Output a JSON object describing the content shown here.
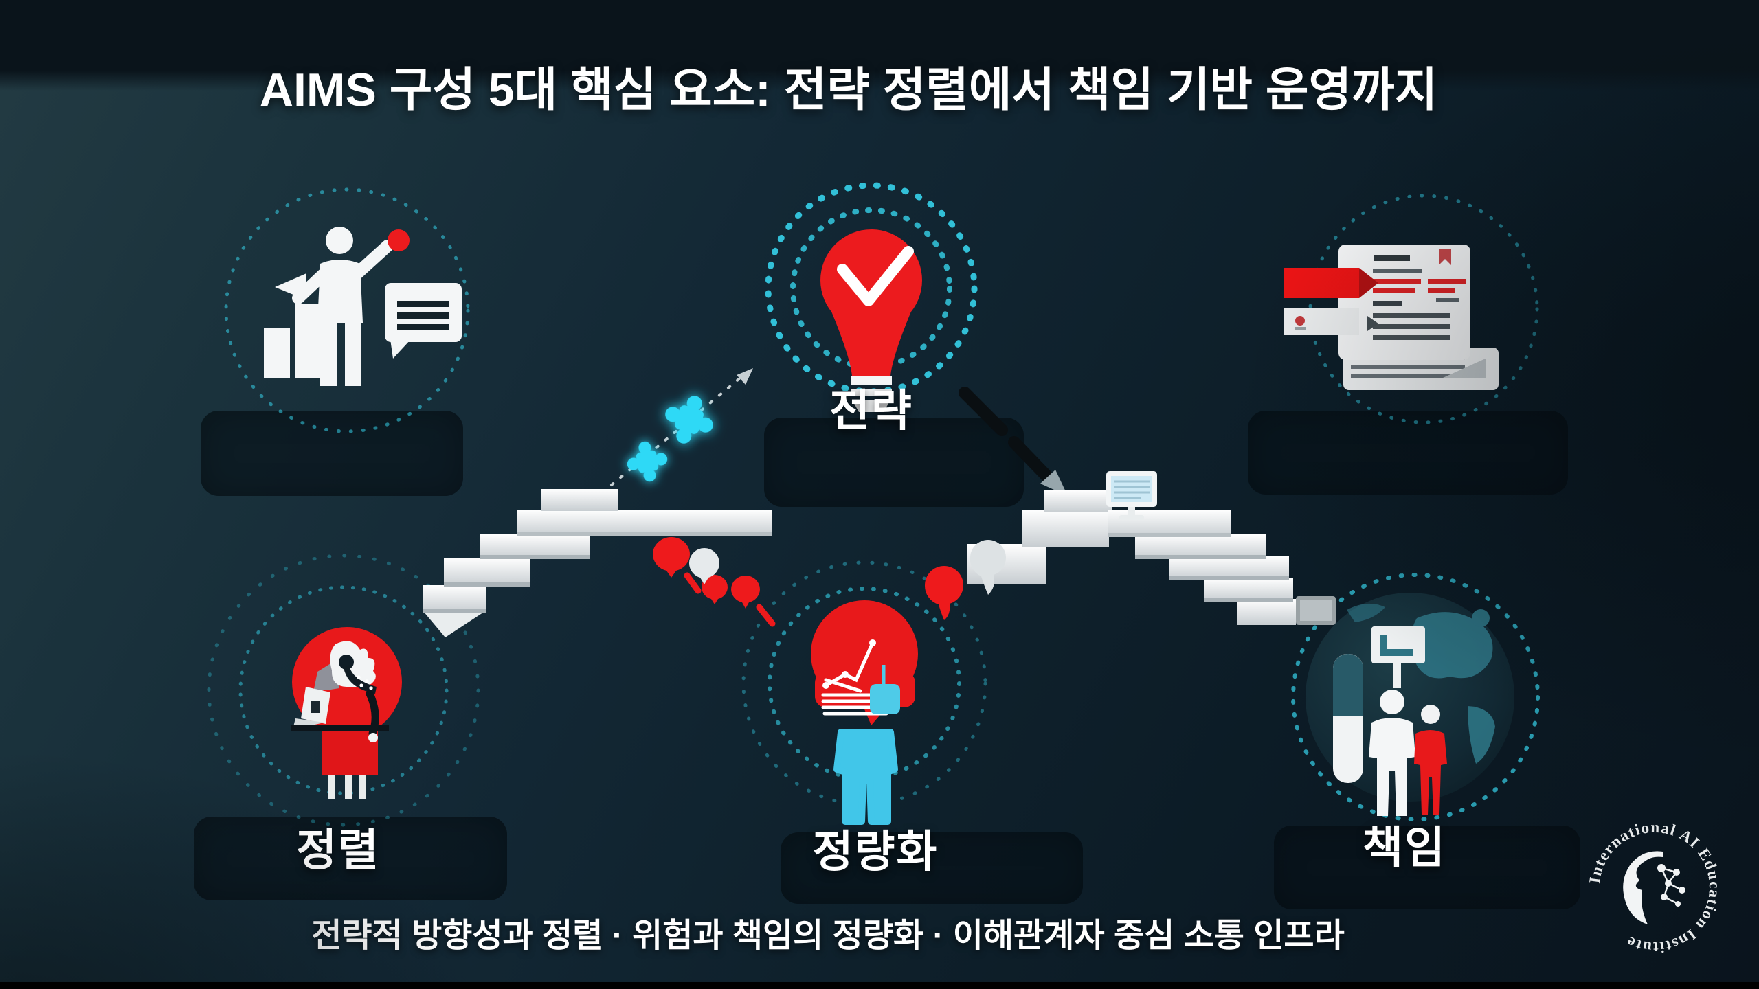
{
  "title": "AIMS 구성 5대 핵심 요소: 전략 정렬에서 책임 기반 운영까지",
  "caption": "전략적 방향성과 정렬 · 위험과 책임의 정량화 · 이해관계자 중심 소통 인프라",
  "nodes": {
    "strategy": {
      "label": "전략"
    },
    "alignment": {
      "label": "정렬"
    },
    "quantification": {
      "label": "정량화"
    },
    "accountability": {
      "label": "책임"
    }
  },
  "logo": {
    "text": "International AI Education Institute"
  },
  "colors": {
    "background": "#122734",
    "top_band": "#0a141b",
    "panel": "rgba(7,16,22,0.62)",
    "accent_red": "#ec1b1e",
    "accent_cyan": "#35d6ef",
    "stair_white": "#eef1f2",
    "text": "#ffffff"
  },
  "icons": [
    "presenter-chart-icon",
    "idea-bulb-check-icon",
    "policy-document-icon",
    "analyst-at-desk-icon",
    "thinking-chart-person-icon",
    "global-stakeholders-icon",
    "stairs-up-icon",
    "stairs-arch-icon",
    "puzzle-pieces-icon",
    "monitor-icon",
    "balloon-pins-icon",
    "speech-bubble-icon",
    "logo-stamp-icon"
  ]
}
